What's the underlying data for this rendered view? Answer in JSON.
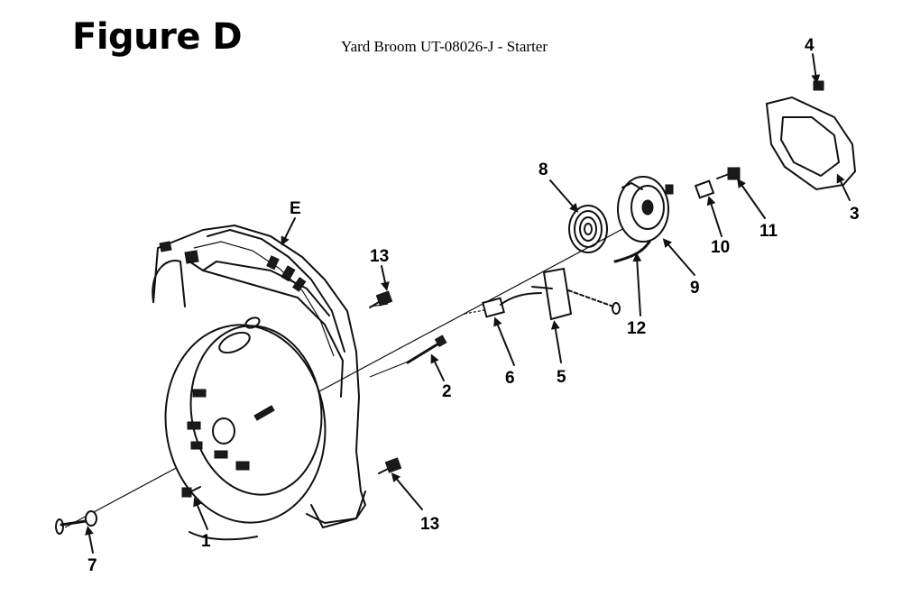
{
  "header": {
    "figure_title": "Figure D",
    "caption": "Yard Broom UT-08026-J - Starter"
  },
  "callouts": {
    "part_E": "E",
    "part_1": "1",
    "part_2": "2",
    "part_3": "3",
    "part_4": "4",
    "part_5": "5",
    "part_6": "6",
    "part_7": "7",
    "part_8": "8",
    "part_9": "9",
    "part_10": "10",
    "part_11": "11",
    "part_12": "12",
    "part_13_upper": "13",
    "part_13_lower": "13"
  }
}
